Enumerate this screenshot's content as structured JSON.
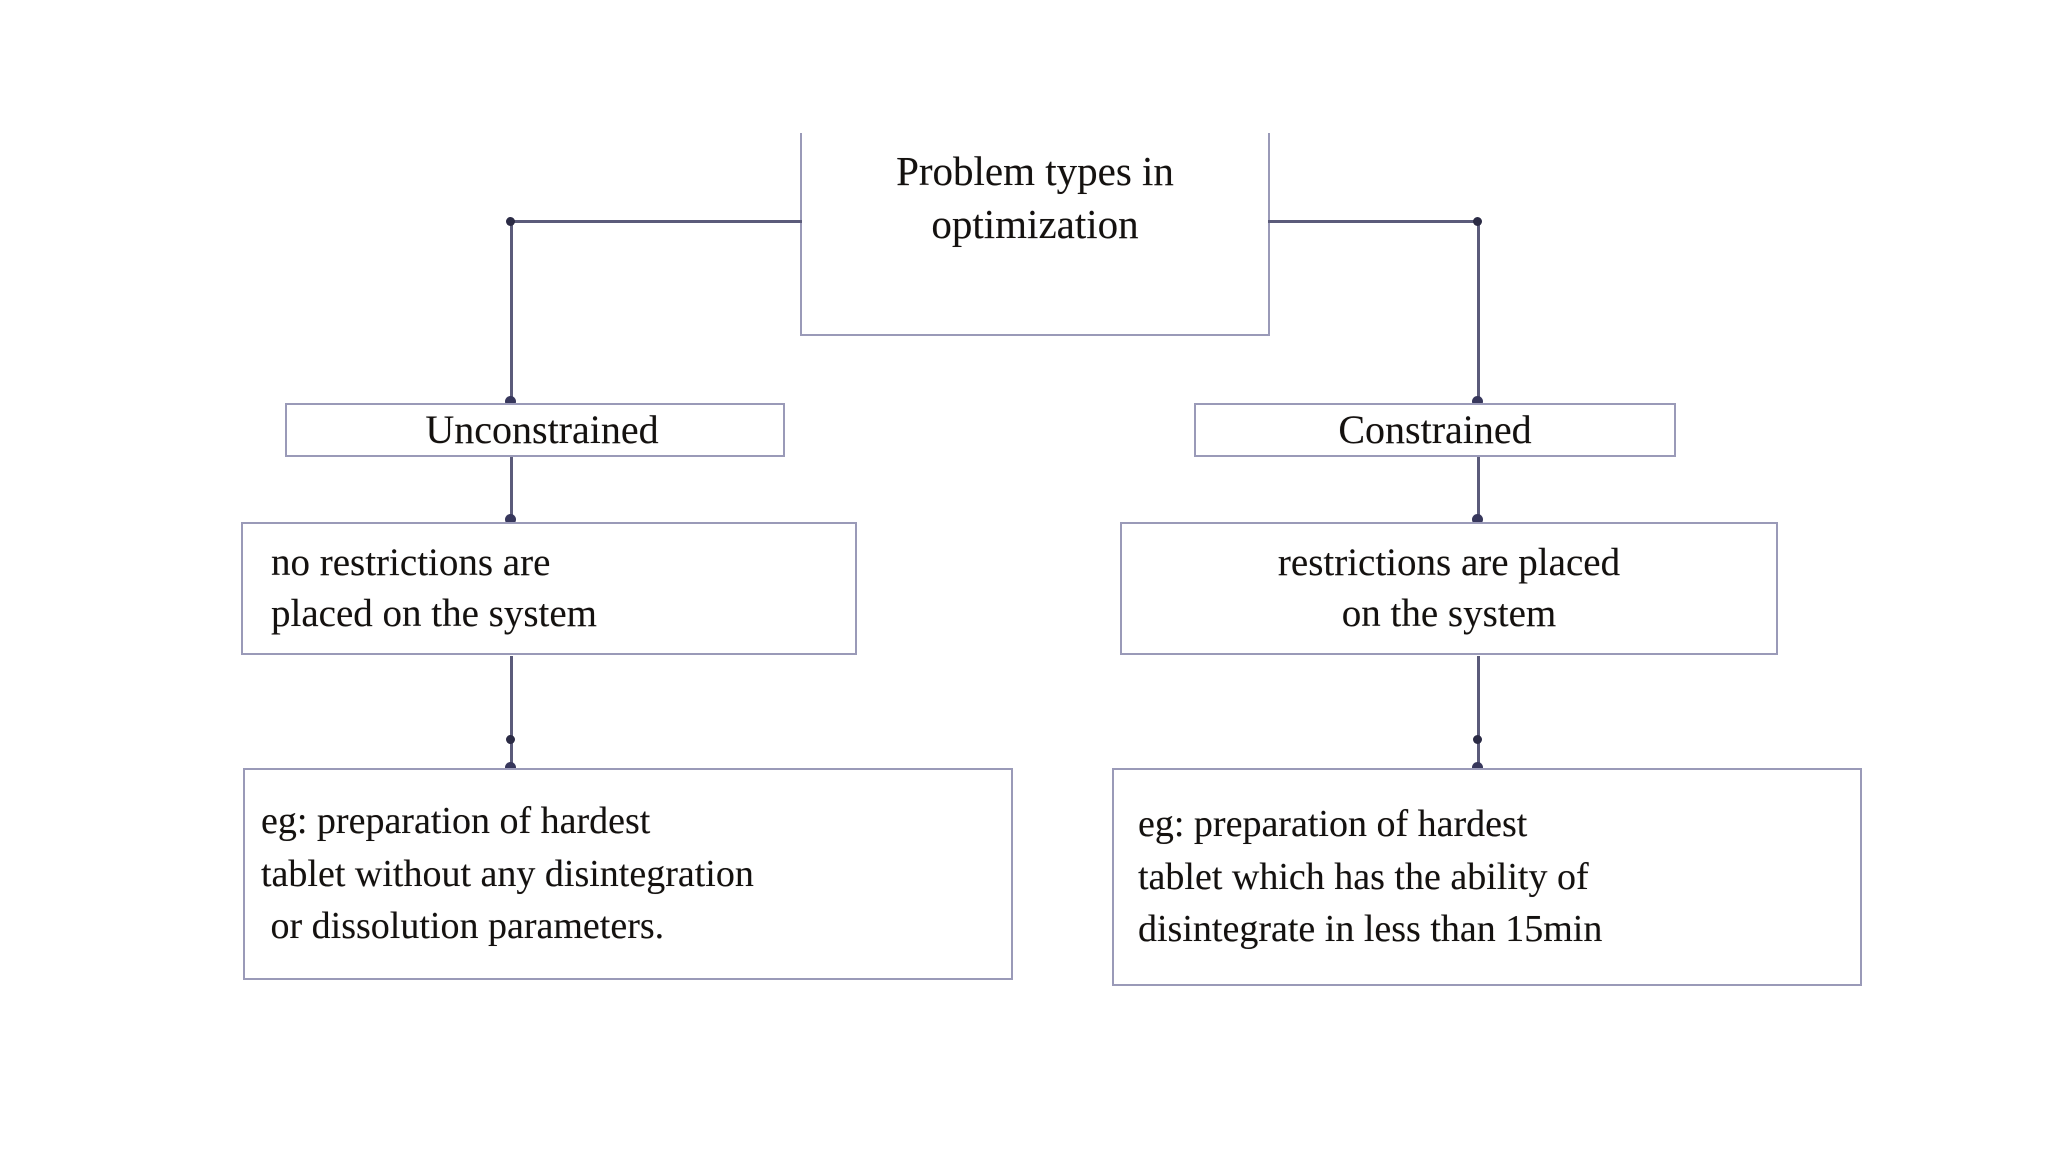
{
  "diagram": {
    "title_node": {
      "id": "problem-types",
      "lines": [
        "Problem types in",
        "optimization"
      ]
    },
    "branches": [
      {
        "id": "unconstrained",
        "category": {
          "label": "Unconstrained"
        },
        "description": {
          "lines": [
            "no restrictions are",
            "placed on the system"
          ]
        },
        "example": {
          "lines": [
            "eg: preparation of hardest",
            "tablet without any disintegration",
            " or dissolution parameters."
          ]
        }
      },
      {
        "id": "constrained",
        "category": {
          "label": "Constrained"
        },
        "description": {
          "lines": [
            "restrictions are placed",
            "on the system"
          ]
        },
        "example": {
          "lines": [
            "eg: preparation of hardest",
            "tablet which has the ability of",
            "disintegrate in less than 15min"
          ]
        }
      }
    ],
    "colors": {
      "background": "#ffffff",
      "box_border": "#9a9ab8",
      "connector": "#8f8fb4",
      "connector_marker": "#2b2b45",
      "text": "#14110f"
    }
  }
}
